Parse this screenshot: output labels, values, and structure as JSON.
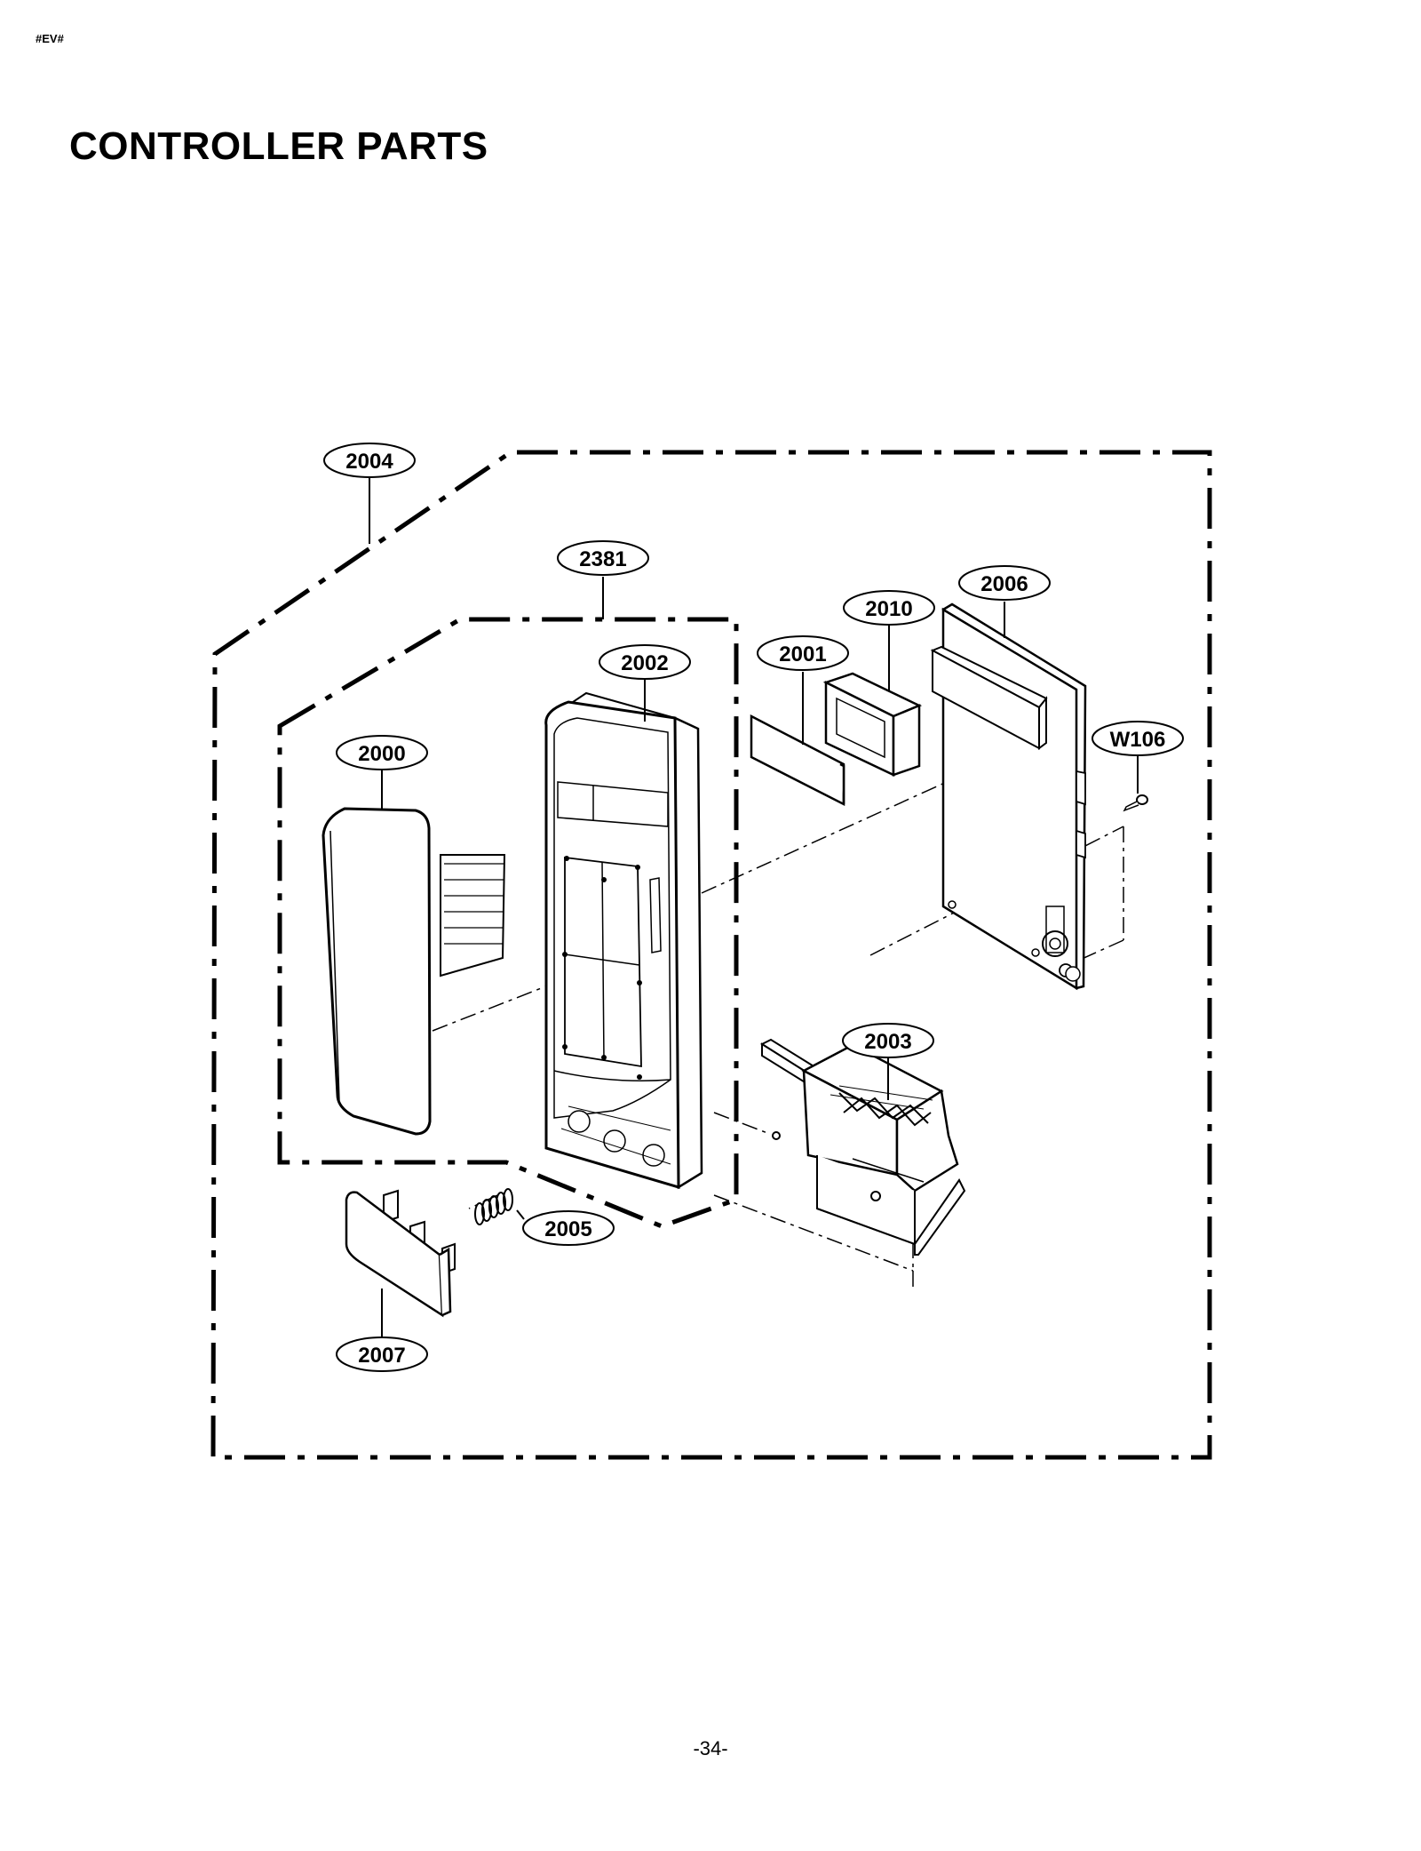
{
  "page": {
    "code_tag": "#EV#",
    "title": "CONTROLLER PARTS",
    "page_number": "-34-"
  },
  "callouts": {
    "c2004": "2004",
    "c2381": "2381",
    "c2006": "2006",
    "c2010": "2010",
    "c2001": "2001",
    "c2002": "2002",
    "cW106": "W106",
    "c2000": "2000",
    "c2003": "2003",
    "c2005": "2005",
    "c2007": "2007"
  }
}
